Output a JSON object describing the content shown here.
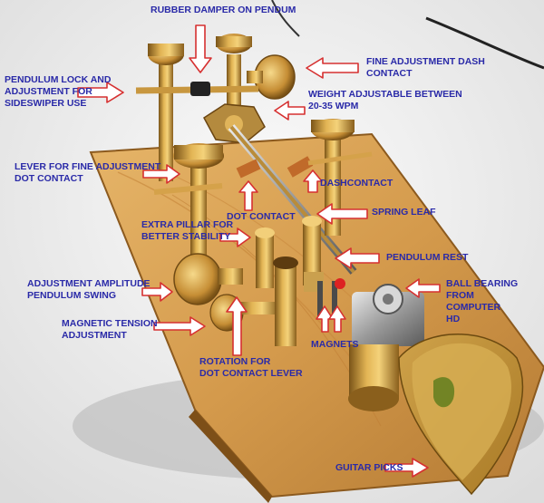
{
  "labels": {
    "rubber_damper": "RUBBER DAMPER ON PENDUM",
    "fine_dash": "FINE ADJUSTMENT DASH\nCONTACT",
    "pendulum_lock": "PENDULUM LOCK AND\nADJUSTMENT FOR\nSIDESWIPER USE",
    "weight": "WEIGHT ADJUSTABLE BETWEEN\n20-35 WPM",
    "lever_fine_dot": "LEVER FOR FINE ADJUSTMENT\nDOT CONTACT",
    "dash_contact": "DASHCONTACT",
    "dot_contact": "DOT CONTACT",
    "spring_leaf": "SPRING LEAF",
    "extra_pillar": "EXTRA PILLAR FOR\nBETTER STABILITY",
    "pendulum_rest": "PENDULUM REST",
    "amplitude": "ADJUSTMENT AMPLITUDE\nPENDULUM SWING",
    "ball_bearing": "BALL BEARING\nFROM\nCOMPUTER\nHD",
    "magnetic_tension": "MAGNETIC TENSION\nADJUSTMENT",
    "magnets": "MAGNETS",
    "rotation_dot": "ROTATION FOR\nDOT CONTACT LEVER",
    "guitar_picks": "GUITAR PICKS"
  },
  "colors": {
    "label_text": "#2a2aa8",
    "arrow_fill": "#ffffff",
    "arrow_stroke": "#d63030"
  }
}
